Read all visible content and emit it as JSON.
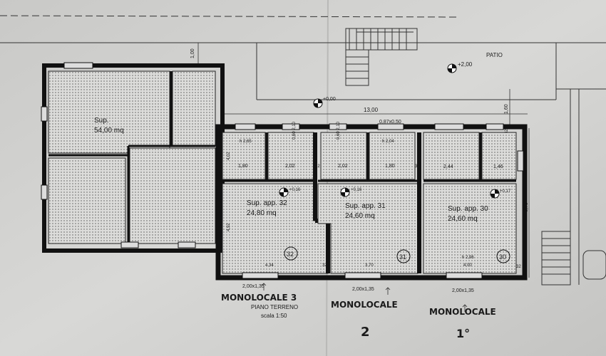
{
  "plan": {
    "patio_label": "PATIO",
    "level_patio": "+2,00",
    "level_ground": "+0,00",
    "dims": {
      "setback": "1,00",
      "width_total": "13,00",
      "window_small": "0,87x0,50",
      "side_depth": "1,60",
      "wall_32": "32",
      "height_total": "6,78",
      "depth_a": "4,02",
      "depth_b": "4,92",
      "door_1": "2,00x1,35",
      "door_2": "2,00x1,35",
      "door_3": "2,00x1,35"
    },
    "left_block": {
      "area_line1": "Sup.",
      "area_line2": "54,00 mq"
    },
    "units": [
      {
        "number": "32",
        "area_line1": "Sup. app. 32",
        "area_line2": "24,80 mq",
        "level": "+0,16",
        "room_a_dim": "1,80",
        "room_a_h": "h 2,65",
        "room_b_dim": "2,02",
        "room_b_h": "0,60 2,10",
        "bottom_dim": "4,34",
        "handwritten_top": "MONOLOCALE 3",
        "subtitle": "PIANO TERRENO",
        "scale": "scala 1:50"
      },
      {
        "number": "31",
        "area_line1": "Sup. app. 31",
        "area_line2": "24,60 mq",
        "level": "+0,16",
        "room_a_dim": "2,02",
        "room_a_h": "0,60 2,10",
        "room_b_dim": "1,80",
        "room_b_h": "h 2,04",
        "bottom_dim": "3,70",
        "handwritten_top": "MONOLOCALE",
        "handwritten_bottom": "2"
      },
      {
        "number": "30",
        "area_line1": "Sup. app. 30",
        "area_line2": "24,60 mq",
        "level": "+0,17",
        "room_a_dim": "2,44",
        "room_b_dim": "1,46",
        "h_label": "h 2,96",
        "bottom_dim": "4,00",
        "handwritten_top": "MONOLOCALE",
        "handwritten_bottom": "1°"
      }
    ]
  }
}
